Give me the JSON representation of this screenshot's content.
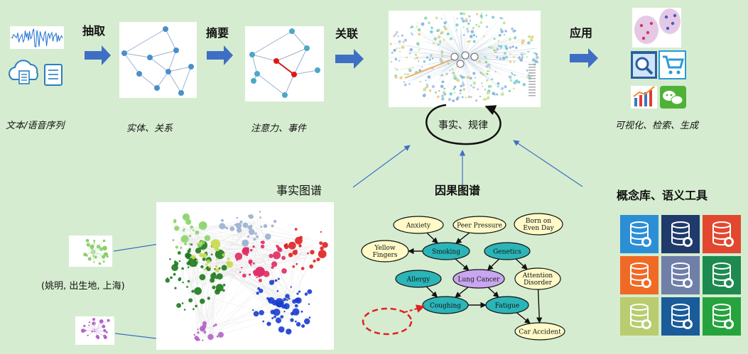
{
  "stages": {
    "extract": "抽取",
    "summarize": "摘要",
    "associate": "关联",
    "apply": "应用"
  },
  "captions": {
    "text_speech": "文本/语音序列",
    "entities": "实体、关系",
    "attention": "注意力、事件",
    "facts_rules": "事实、规律",
    "applications": "可视化、检索、生成"
  },
  "sources": {
    "fact_graph": "事实图谱",
    "causal_graph": "因果图谱",
    "concept_base": "概念库、语义工具"
  },
  "fact_triple": "(姚明, 出生地, 上海)",
  "causal_nodes": {
    "anxiety": "Anxiety",
    "peer_pressure": "Peer Pressure",
    "born_even_day_1": "Born on",
    "born_even_day_2": "Even Day",
    "yellow_fingers_1": "Yellow",
    "yellow_fingers_2": "Fingers",
    "smoking": "Smoking",
    "genetics": "Genetics",
    "allergy": "Allergy",
    "lung_cancer": "Lung Cancer",
    "attention_disorder_1": "Attention",
    "attention_disorder_2": "Disorder",
    "coughing": "Coughing",
    "fatigue": "Fatigue",
    "car_accident": "Car Accident"
  },
  "colors": {
    "background": "#d6ecd0",
    "arrow_blue": "#3f6fc4",
    "causal_teal": "#2bb5b8",
    "causal_yellow": "#fffac8",
    "causal_purple": "#c9a6f0",
    "dashed_red": "#e02020"
  },
  "icons": {
    "waveform": "audio-waveform-icon",
    "cloud_doc": "cloud-document-icon",
    "document": "document-icon",
    "search": "search-window-icon",
    "cart": "shopping-cart-icon",
    "chart": "line-chart-icon",
    "chat": "chat-bubbles-icon"
  },
  "db_tiles": [
    {
      "color": "#2c8fd6",
      "icon": "database-chart-icon"
    },
    {
      "color": "#1f3a6b",
      "icon": "database-list-icon"
    },
    {
      "color": "#e2482f",
      "icon": "database-edit-icon"
    },
    {
      "color": "#f06a25",
      "icon": "database-power-icon"
    },
    {
      "color": "#6f7fa8",
      "icon": "database-star-icon"
    },
    {
      "color": "#1e8a50",
      "icon": "database-heart-icon"
    },
    {
      "color": "#b9cc70",
      "icon": "database-cloud-icon"
    },
    {
      "color": "#1a5c9a",
      "icon": "database-help-icon"
    },
    {
      "color": "#27a33e",
      "icon": "database-info-icon"
    }
  ]
}
